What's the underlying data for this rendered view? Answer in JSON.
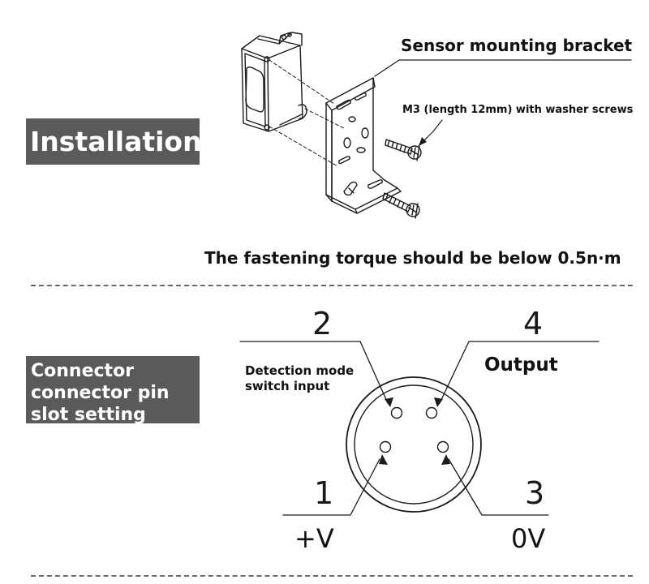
{
  "installation": {
    "title": "Installation",
    "bracket_label": "Sensor mounting bracket",
    "screw_label": "M3 (length 12mm) with washer screws",
    "torque_note": "The fastening torque should be below 0.5n·m"
  },
  "connector": {
    "title_lines": [
      "Connector",
      "connector pin",
      "slot setting"
    ],
    "pins": {
      "pin1": {
        "number": "1",
        "signal": "+V"
      },
      "pin2": {
        "number": "2",
        "function_lines": [
          "Detection mode",
          "switch input"
        ]
      },
      "pin3": {
        "number": "3",
        "signal": "0V"
      },
      "pin4": {
        "number": "4",
        "function": "Output"
      }
    }
  },
  "colors": {
    "tag_background": "#5a5a5a",
    "tag_text": "#ffffff",
    "line": "#1a1a1a",
    "dashed_separator": "#6a6a6a"
  }
}
